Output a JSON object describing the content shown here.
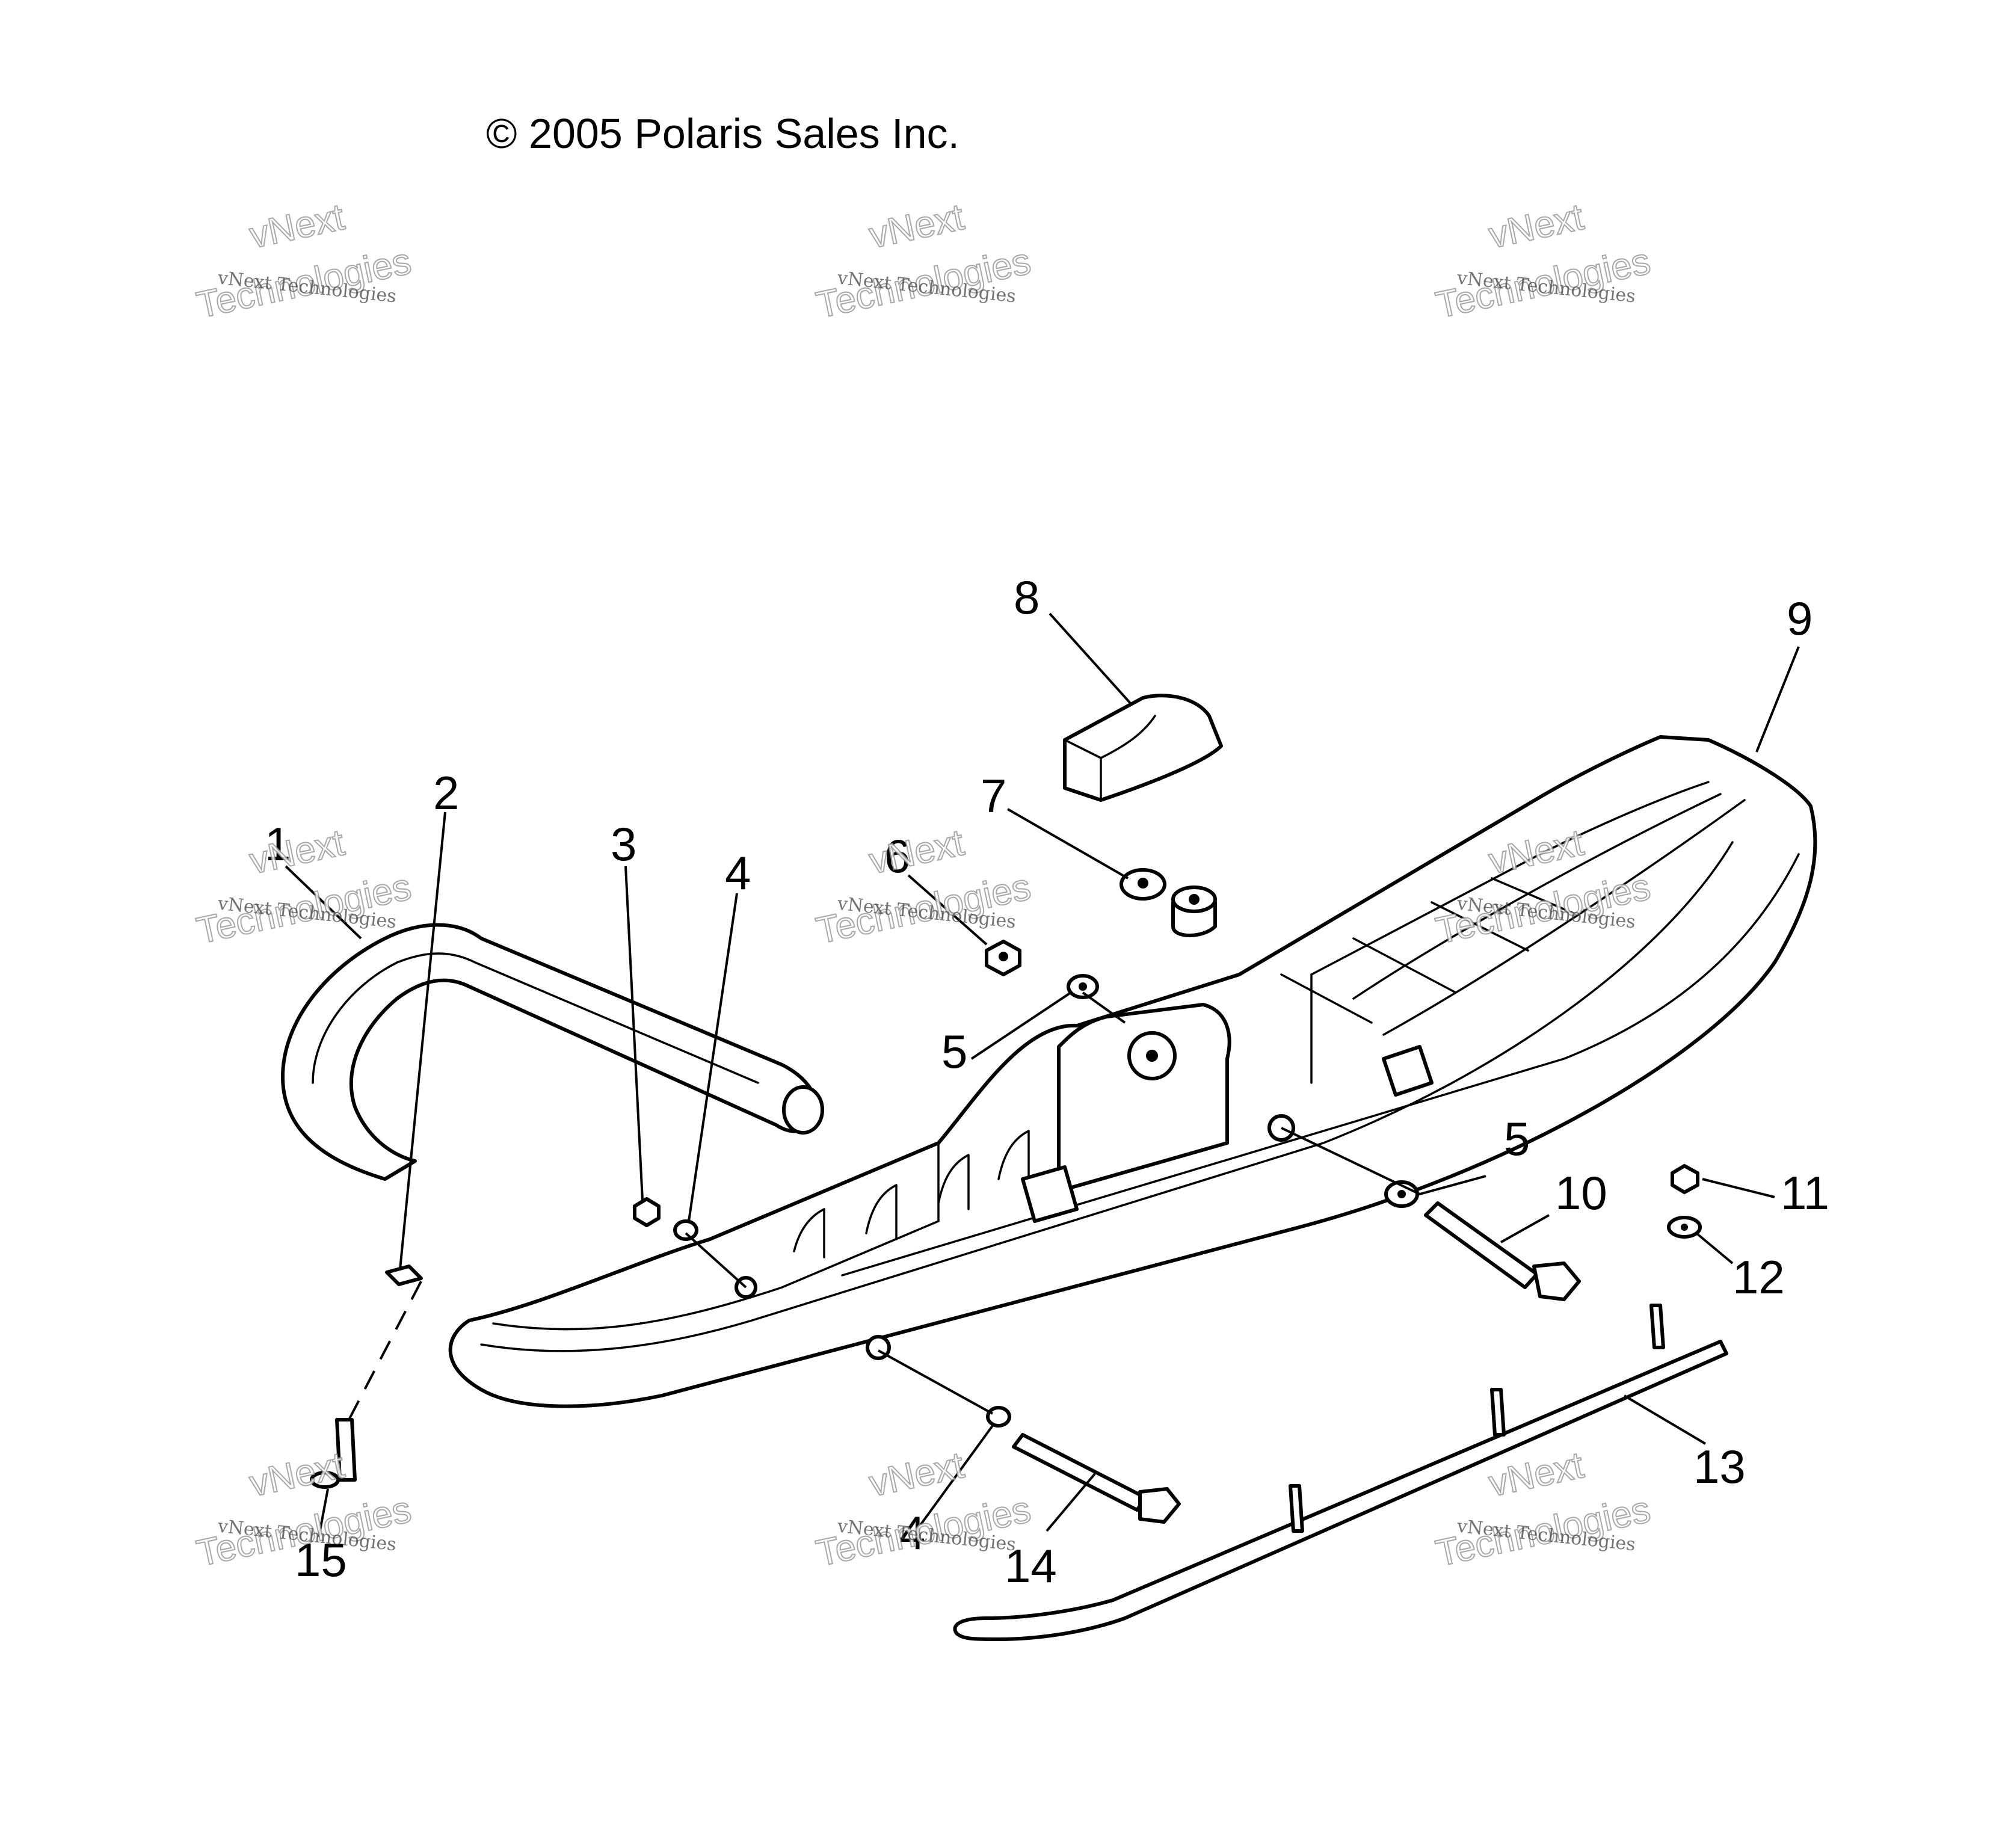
{
  "copyright": "© 2005 Polaris Sales Inc.",
  "watermark": {
    "line1": "vNext",
    "line2": "vNext Technologies",
    "line3": "Technologies",
    "instances": 9
  },
  "callouts": [
    "1",
    "2",
    "3",
    "4",
    "5",
    "6",
    "7",
    "8",
    "9",
    "5",
    "10",
    "11",
    "12",
    "13",
    "4",
    "14",
    "15"
  ],
  "colors": {
    "line": "#000000",
    "background": "#ffffff",
    "watermark": "#9a9a9a"
  }
}
